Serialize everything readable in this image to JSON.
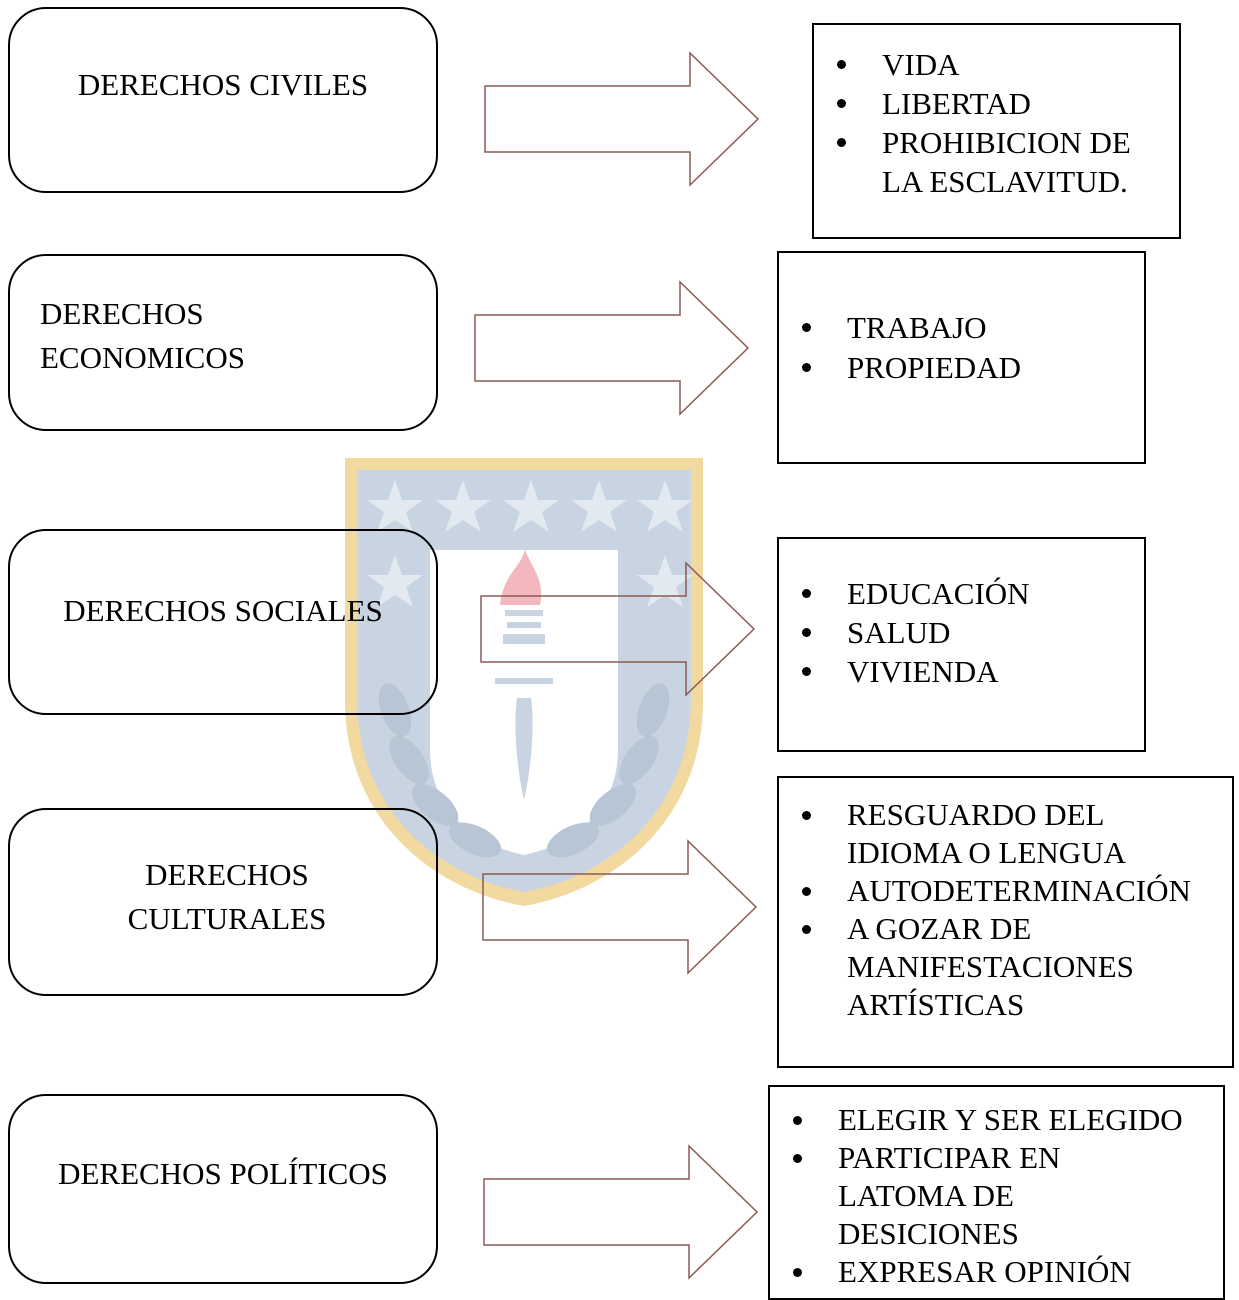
{
  "rows": [
    {
      "category": "DERECHOS CIVILES",
      "items": [
        "VIDA",
        "LIBERTAD",
        "PROHIBICION DE LA ESCLAVITUD."
      ]
    },
    {
      "category": "DERECHOS ECONOMICOS",
      "items": [
        "TRABAJO",
        "PROPIEDAD"
      ]
    },
    {
      "category": "DERECHOS SOCIALES",
      "items": [
        "EDUCACIÓN",
        "SALUD",
        "VIVIENDA"
      ]
    },
    {
      "category": "DERECHOS CULTURALES",
      "items": [
        "RESGUARDO DEL IDIOMA O LENGUA",
        "AUTODETERMINACIÓN",
        "A GOZAR DE MANIFESTACIONES ARTÍSTICAS"
      ]
    },
    {
      "category": "DERECHOS POLÍTICOS",
      "items": [
        "ELEGIR Y SER ELEGIDO",
        "PARTICIPAR EN LATOMA DE DESICIONES",
        "EXPRESAR OPINIÓN"
      ]
    }
  ],
  "colors": {
    "arrow_stroke": "#8b5a55",
    "watermark_gold": "#f1d9a0",
    "watermark_blue": "#c8d4e1",
    "watermark_flame": "#f2b8bd"
  }
}
